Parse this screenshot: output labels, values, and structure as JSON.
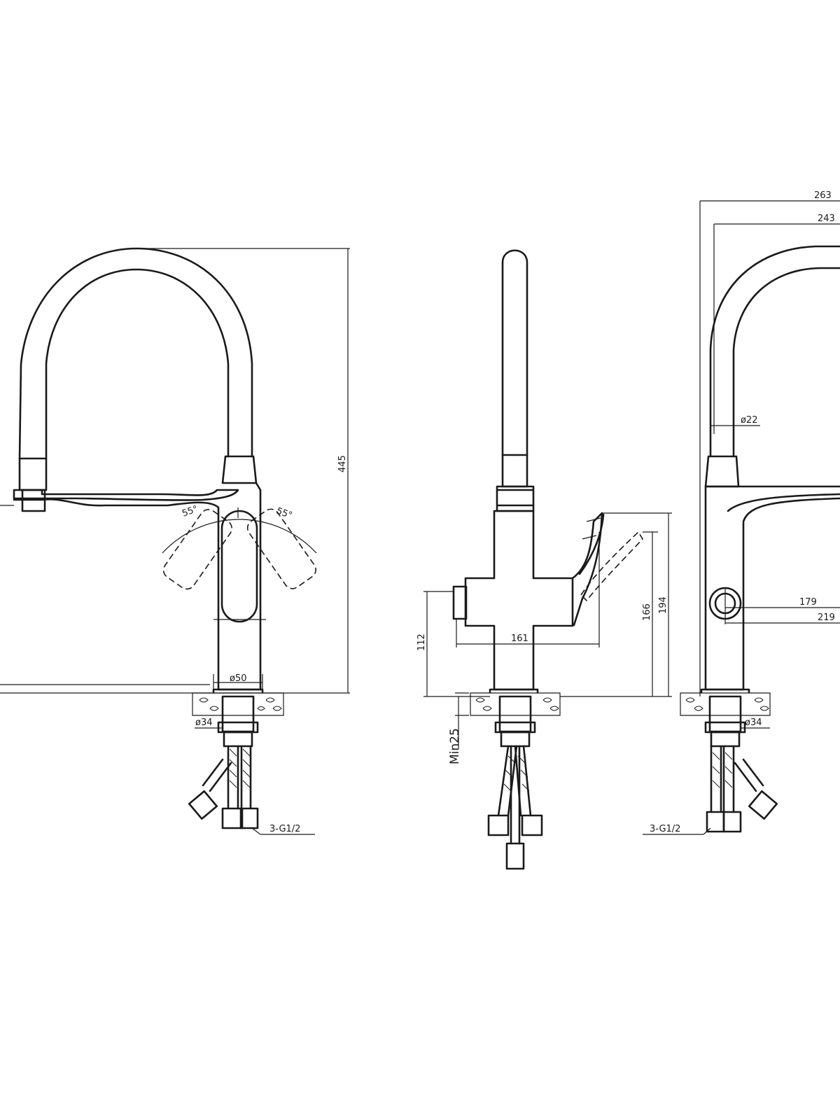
{
  "dimensions": {
    "height_total": "445",
    "handle_angle_left": "55°",
    "handle_angle_right": "55°",
    "base_diameter": "ø50",
    "shank_diameter_left": "ø34",
    "shank_diameter_right": "ø34",
    "connection_left": "3-G1/2",
    "connection_right": "3-G1/2",
    "side_height_112": "112",
    "side_width_161": "161",
    "side_height_166": "166",
    "side_height_194": "194",
    "min_thickness": "Min25",
    "reach_263": "263",
    "reach_243": "243",
    "spout_diameter": "ø22",
    "button_179": "179",
    "button_219": "219"
  },
  "colors": {
    "line": "#1a1a1a",
    "background": "#ffffff"
  }
}
